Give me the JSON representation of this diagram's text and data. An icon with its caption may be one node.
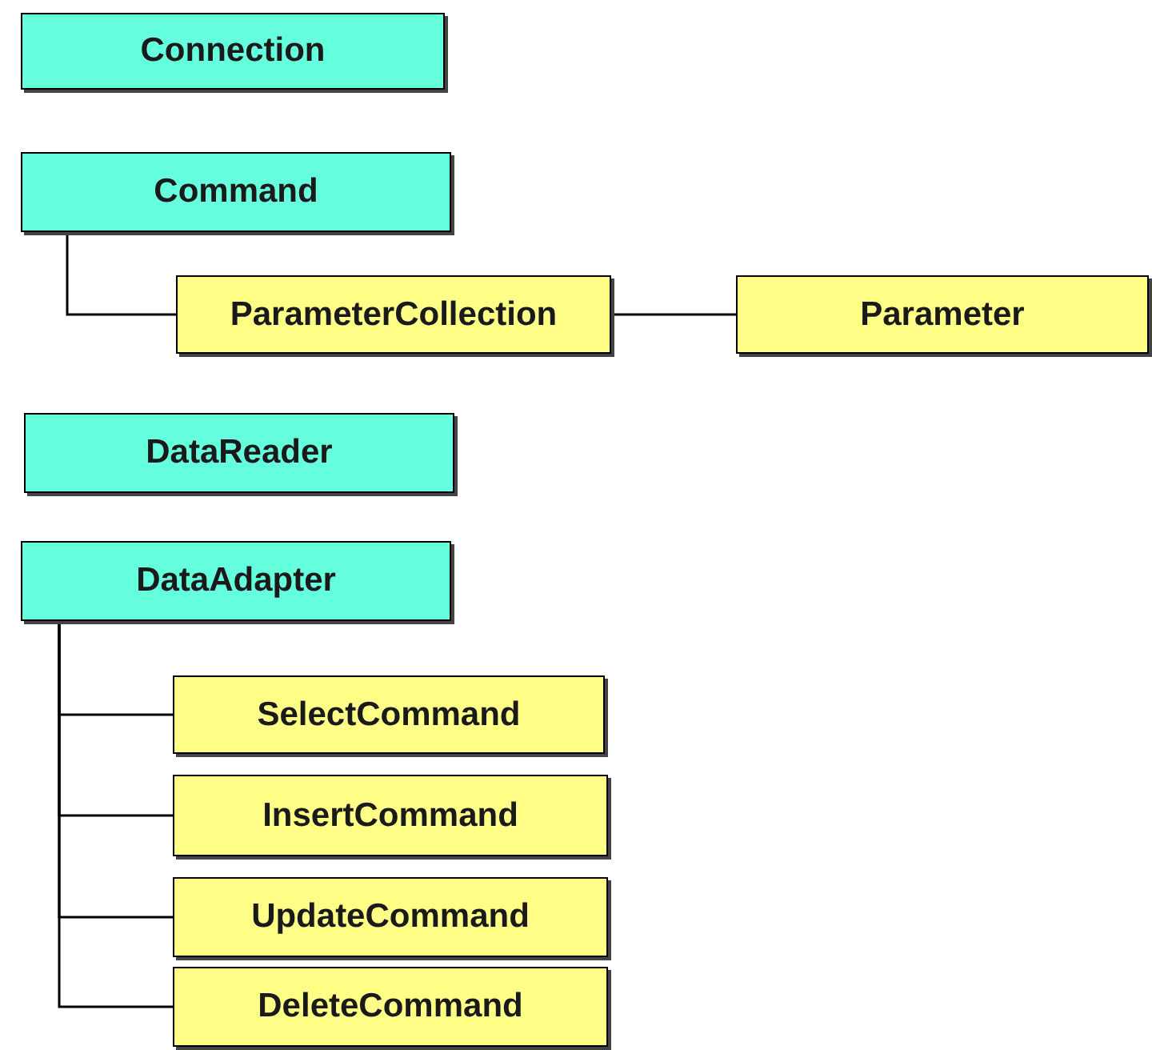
{
  "diagram": {
    "nodes": [
      {
        "text": [
          "Connection"
        ]
      },
      {
        "text": [
          "Command"
        ]
      },
      {
        "text": [
          "ParameterCollection"
        ]
      },
      {
        "text": [
          "Parameter"
        ]
      },
      {
        "text": [
          "DataReader"
        ]
      },
      {
        "text": [
          "DataAdapter"
        ]
      },
      {
        "text": [
          "SelectCommand"
        ]
      },
      {
        "text": [
          "InsertCommand"
        ]
      },
      {
        "text": [
          "UpdateCommand"
        ]
      },
      {
        "text": [
          "DeleteCommand"
        ]
      }
    ],
    "edges": [
      {
        "from": 1,
        "to": 2,
        "arrow": "none"
      },
      {
        "from": 2,
        "to": 3,
        "arrow": "none"
      },
      {
        "from": 5,
        "to": 6,
        "arrow": "none"
      },
      {
        "from": 5,
        "to": 7,
        "arrow": "none"
      },
      {
        "from": 5,
        "to": 8,
        "arrow": "none"
      },
      {
        "from": 5,
        "to": 9,
        "arrow": "none"
      }
    ]
  }
}
